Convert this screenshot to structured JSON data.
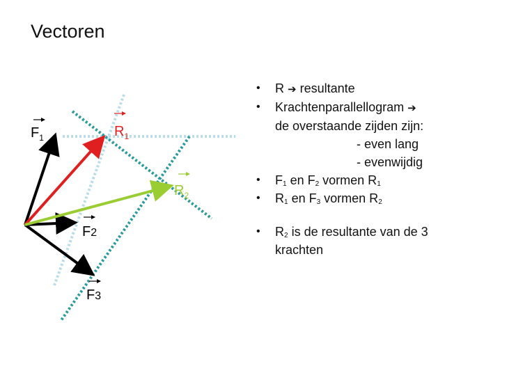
{
  "title": "Vectoren",
  "bullets": {
    "b1_text": "R ",
    "b1_arrow": "➔",
    "b1_rest": " resultante",
    "b2_text": "Krachtenparallellogram ",
    "b2_arrow": "➔",
    "b2_line2": "de overstaande zijden zijn:",
    "b2_sub1": "- even lang",
    "b2_sub2": "- evenwijdig",
    "b3_a": "F",
    "b3_a_sub": "1",
    "b3_mid": " en F",
    "b3_b_sub": "2",
    "b3_end": " vormen R",
    "b3_c_sub": "1",
    "b4_a": "R",
    "b4_a_sub": "1",
    "b4_mid": " en F",
    "b4_b_sub": "3",
    "b4_end": " vormen R",
    "b4_c_sub": "2",
    "b5_a": "R",
    "b5_a_sub": "2",
    "b5_rest": " is de resultante van de 3",
    "b5_line2": "krachten"
  },
  "diagram": {
    "labels": {
      "f1": "F",
      "f1_sub": "1",
      "r1": "R",
      "r1_sub": "1",
      "r2": "R",
      "r2_sub": "2",
      "f2": "F",
      "f2_sub": "2",
      "f3": "F",
      "f3_sub": "3"
    },
    "colors": {
      "force": "#000000",
      "r1": "#e02020",
      "r2": "#9acd32",
      "guide_light": "#b8dde6",
      "guide_dark": "#2a9a9a"
    }
  }
}
